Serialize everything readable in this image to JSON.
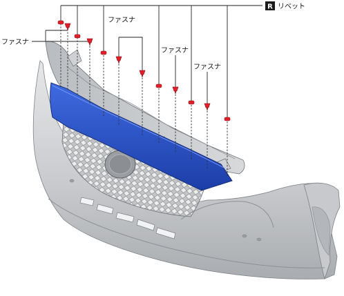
{
  "legend": {
    "badge": "R",
    "text": "リベット"
  },
  "callouts": {
    "fastener_left": "ファスナ",
    "fastener_top": "ファスナ",
    "fastener_mid": "ファスナ",
    "fastener_right": "ファスナ"
  },
  "colors": {
    "highlighted_part": "#2850c8",
    "rivet": "#e0202a",
    "fastener": "#e0202a",
    "bumper": "#d4d6d8"
  }
}
